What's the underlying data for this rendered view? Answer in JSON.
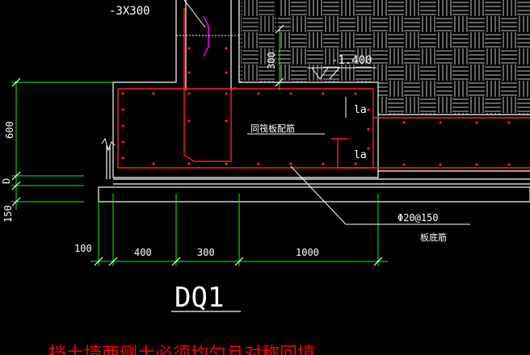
{
  "labels": {
    "plate_top": "-3X300",
    "elev": "-1.400",
    "dim_300_vert": "300",
    "dim_600_vert": "600",
    "dim_d_vert": "D",
    "dim_150_vert": "150",
    "la_upper": "la",
    "la_lower": "la",
    "bar_note": "同筏板配筋",
    "rebar_spec": "Φ20@150",
    "rebar_note": "板底筋",
    "dim_100": "100",
    "dim_400": "400",
    "dim_300": "300",
    "dim_1000": "1000",
    "title": "DQ1",
    "warning": "挡土墙两侧土必须均匀且对称回填"
  },
  "colors": {
    "background": "#000000",
    "outline": "#ffffff",
    "dimension": "#00ff00",
    "rebar": "#ff2020",
    "hatch": "#c8c8c8",
    "magenta": "#ff00ff",
    "warning": "#ff0000"
  }
}
